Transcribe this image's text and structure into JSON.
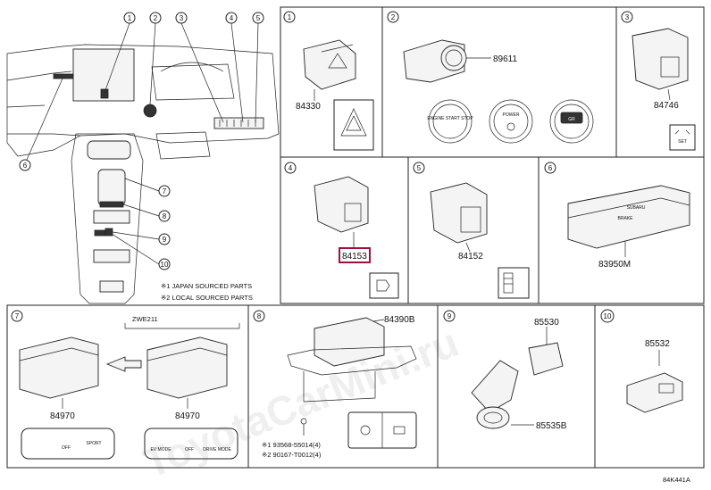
{
  "watermark": "ToyotaCarMini.ru",
  "figure_code": "84K441A",
  "legend": {
    "japan": "※1 JAPAN SOURCED PARTS",
    "local": "※2 LOCAL SOURCED PARTS"
  },
  "callouts": [
    "1",
    "2",
    "3",
    "4",
    "5",
    "6",
    "7",
    "8",
    "9",
    "10"
  ],
  "panels": {
    "p1": {
      "num": "1",
      "part": "84330"
    },
    "p2": {
      "num": "2",
      "part": "89611",
      "btn_engine": "ENGINE START STOP",
      "btn_power": "POWER",
      "btn_gr": "GR"
    },
    "p3": {
      "num": "3",
      "part": "84746",
      "set_label": "SET"
    },
    "p4": {
      "num": "4",
      "part": "84153"
    },
    "p5": {
      "num": "5",
      "part": "84152"
    },
    "p6": {
      "num": "6",
      "part": "83950M",
      "label1": "SUBARU",
      "label2": "BRAKE"
    },
    "p7": {
      "num": "7",
      "variant": "ZWE211",
      "part_left": "84970",
      "part_right": "84970",
      "sw_off": "OFF",
      "sw_sport": "SPORT",
      "sw_ev": "EV MODE",
      "sw_drive": "DRIVE MODE"
    },
    "p8": {
      "num": "8",
      "part": "84390B",
      "fastener1": "※1 93568-55014(4)",
      "fastener2": "※2 90167-T0012(4)"
    },
    "p9": {
      "num": "9",
      "part_a": "85530",
      "part_b": "85535B"
    },
    "p10": {
      "num": "10",
      "part": "85532"
    }
  },
  "colors": {
    "highlight": "#a0103a",
    "line": "#222222"
  }
}
